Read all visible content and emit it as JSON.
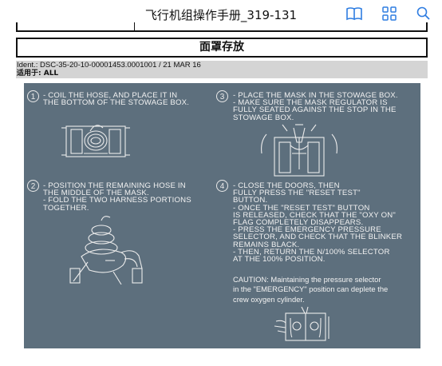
{
  "topbar": {
    "title": "飞行机组操作手册_319-131",
    "icons": [
      "book-icon",
      "grid-icon",
      "search-icon"
    ]
  },
  "section": {
    "title": "面罩存放",
    "ident": "Ident.: DSC-35-20-10-00001453.0001001 / 21 MAR 16",
    "applies_to": "适用于: ALL"
  },
  "steps": [
    {
      "number": "1",
      "lines": [
        "- COIL THE HOSE, AND PLACE IT IN",
        "THE BOTTOM OF THE STOWAGE BOX."
      ]
    },
    {
      "number": "3",
      "lines": [
        "- PLACE THE MASK IN THE STOWAGE BOX.",
        "- MAKE SURE THE MASK REGULATOR IS",
        "FULLY SEATED AGAINST THE STOP IN THE",
        "STOWAGE BOX."
      ]
    },
    {
      "number": "2",
      "lines": [
        "- POSITION THE REMAINING HOSE IN",
        "THE MIDDLE OF THE MASK.",
        "- FOLD THE TWO HARNESS PORTIONS",
        "TOGETHER."
      ]
    },
    {
      "number": "4",
      "lines": [
        "- CLOSE THE DOORS, THEN",
        "FULLY PRESS THE \"RESET TEST\"",
        "BUTTON.",
        "- ONCE THE \"RESET TEST\" BUTTON",
        "IS RELEASED, CHECK THAT THE \"OXY ON\"",
        "FLAG COMPLETELY DISAPPEARS.",
        "- PRESS THE EMERGENCY PRESSURE",
        "SELECTOR, AND CHECK THAT THE BLINKER",
        "REMAINS BLACK.",
        "- THEN, RETURN THE N/100% SELECTOR",
        "AT THE 100% POSITION."
      ]
    }
  ],
  "caution": {
    "lines": [
      "CAUTION: Maintaining the pressure selector",
      "in the \"EMERGENCY\" position can deplete the",
      "crew oxygen cylinder."
    ]
  },
  "colors": {
    "panel": "#5d6f7d",
    "icon_blue": "#2f7de1",
    "ident_bar": "#d4d4d4"
  }
}
